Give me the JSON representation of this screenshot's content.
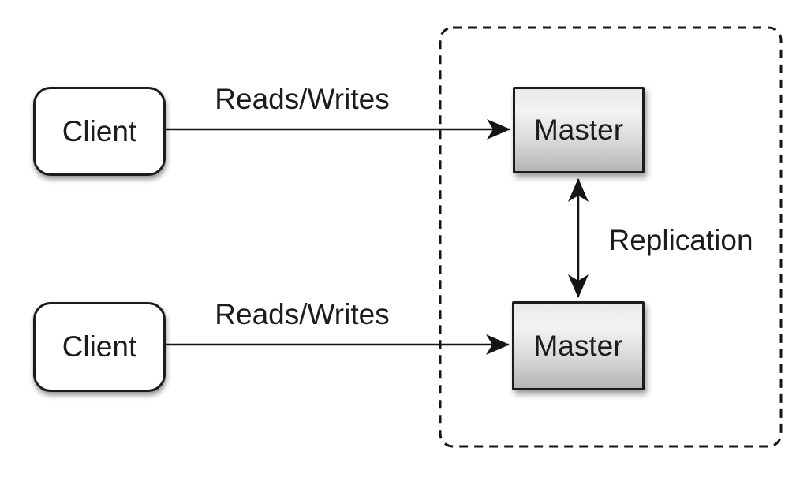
{
  "diagram": {
    "type": "architecture-diagram",
    "topic": "master-master-replication",
    "nodes": {
      "client_top": {
        "label": "Client"
      },
      "client_bottom": {
        "label": "Client"
      },
      "master_top": {
        "label": "Master"
      },
      "master_bottom": {
        "label": "Master"
      }
    },
    "edges": {
      "reads_writes_top": {
        "label": "Reads/Writes",
        "from": "client_top",
        "to": "master_top",
        "direction": "one-way"
      },
      "reads_writes_bottom": {
        "label": "Reads/Writes",
        "from": "client_bottom",
        "to": "master_bottom",
        "direction": "one-way"
      },
      "replication": {
        "label": "Replication",
        "from": "master_top",
        "to": "master_bottom",
        "direction": "two-way"
      }
    },
    "groups": {
      "replication_zone": {
        "style": "dashed-rounded-rectangle",
        "contains": [
          "master_top",
          "master_bottom"
        ]
      }
    },
    "colors": {
      "background": "#ffffff",
      "line": "#151515",
      "text": "#1c1c1c",
      "client_fill": "#ffffff",
      "master_fill_top": "#f3f3f3",
      "master_fill_bottom": "#b4b4b4",
      "border": "#1b1b1b"
    }
  }
}
